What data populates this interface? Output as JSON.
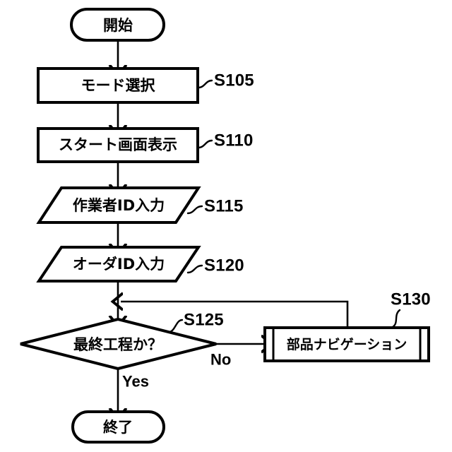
{
  "diagram": {
    "type": "flowchart",
    "orientation": "top-to-bottom",
    "language": "ja",
    "background_color": "#ffffff",
    "line_color": "#000000"
  },
  "nodes": {
    "start": {
      "label": "開始",
      "shape": "terminator",
      "step_id": ""
    },
    "mode_select": {
      "label": "モード選択",
      "shape": "process",
      "step_id": "S105"
    },
    "start_screen": {
      "label": "スタート画面表示",
      "shape": "process",
      "step_id": "S110"
    },
    "worker_id_input": {
      "label": "作業者ID入力",
      "shape": "input-parallelogram",
      "step_id": "S115"
    },
    "order_id_input": {
      "label": "オーダID入力",
      "shape": "input-parallelogram",
      "step_id": "S120"
    },
    "final_process_decision": {
      "label": "最終工程か？",
      "shape": "decision-diamond",
      "step_id": "S125"
    },
    "parts_navigation": {
      "label": "部品ナビゲーション",
      "shape": "predefined-process",
      "step_id": "S130"
    },
    "end": {
      "label": "終了",
      "shape": "terminator",
      "step_id": ""
    }
  },
  "branch_labels": {
    "no": "No",
    "yes": "Yes"
  },
  "step_labels": {
    "s105": "S105",
    "s110": "S110",
    "s115": "S115",
    "s120": "S120",
    "s125": "S125",
    "s130": "S130"
  },
  "edges": [
    {
      "from": "start",
      "to": "mode_select",
      "label": ""
    },
    {
      "from": "mode_select",
      "to": "start_screen",
      "label": ""
    },
    {
      "from": "start_screen",
      "to": "worker_id_input",
      "label": ""
    },
    {
      "from": "worker_id_input",
      "to": "order_id_input",
      "label": ""
    },
    {
      "from": "order_id_input",
      "to": "final_process_decision",
      "label": ""
    },
    {
      "from": "final_process_decision",
      "to": "parts_navigation",
      "label": "No"
    },
    {
      "from": "final_process_decision",
      "to": "end",
      "label": "Yes"
    },
    {
      "from": "parts_navigation",
      "to": "final_process_decision",
      "label": ""
    }
  ]
}
